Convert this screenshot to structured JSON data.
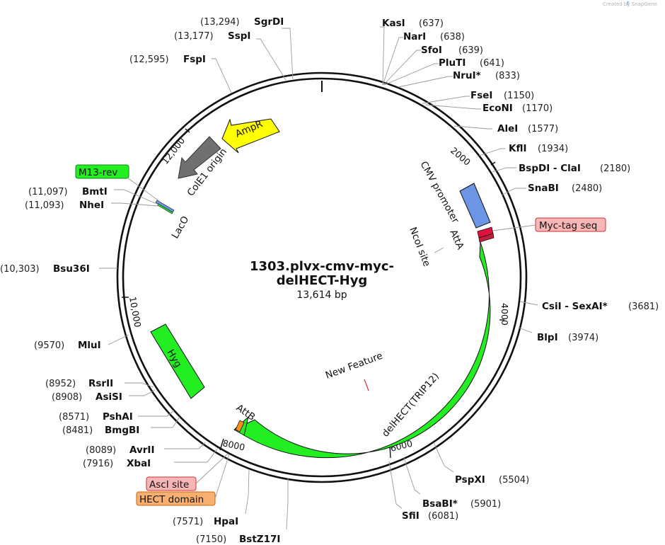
{
  "watermark": "Created by SnapGene",
  "plasmid": {
    "name_line1": "1303.plvx-cmv-myc-",
    "name_line2": "delHECT-Hyg",
    "size_text": "13,614 bp"
  },
  "ticks": [
    "2000",
    "4000",
    "6000",
    "8000",
    "10,000",
    "12,000"
  ],
  "features": {
    "ampr": "AmpR",
    "cole1": "ColE1 origin",
    "laco": "LacO",
    "cmv": "CMV promoter",
    "atta": "AttA",
    "ncoi": "NcoI site",
    "delhect": "delHECT(TRIP12)",
    "attb": "AttB",
    "hyg": "Hyg",
    "newfeature": "New Feature"
  },
  "boxed_labels": {
    "m13rev": "M13-rev",
    "myctag": "Myc-tag seq",
    "asci": "AscI site",
    "hect": "HECT domain"
  },
  "colors": {
    "green": "#22ee22",
    "yellow": "#ffff00",
    "gray_arrow": "#707070",
    "cmv_blue": "#6c95e6",
    "pink_box": "#f8b6b6",
    "orange_box": "#f8b070",
    "attb_orange": "#ff8c1a",
    "crimson": "#e0103c"
  },
  "enzymes": [
    {
      "name": "SgrDI",
      "pos": "(13,294)"
    },
    {
      "name": "SspI",
      "pos": "(13,177)"
    },
    {
      "name": "FspI",
      "pos": "(12,595)"
    },
    {
      "name": "KasI",
      "pos": "(637)"
    },
    {
      "name": "NarI",
      "pos": "(638)"
    },
    {
      "name": "SfoI",
      "pos": "(639)"
    },
    {
      "name": "PluTI",
      "pos": "(641)"
    },
    {
      "name": "NruI*",
      "pos": "(833)"
    },
    {
      "name": "FseI",
      "pos": "(1150)"
    },
    {
      "name": "EcoNI",
      "pos": "(1170)"
    },
    {
      "name": "AleI",
      "pos": "(1577)"
    },
    {
      "name": "KflI",
      "pos": "(1934)"
    },
    {
      "name": "BspDI - ClaI",
      "pos": "(2180)"
    },
    {
      "name": "SnaBI",
      "pos": "(2480)"
    },
    {
      "name": "BmtI",
      "pos": "(11,097)"
    },
    {
      "name": "NheI",
      "pos": "(11,093)"
    },
    {
      "name": "Bsu36I",
      "pos": "(10,303)"
    },
    {
      "name": "CsiI - SexAI*",
      "pos": "(3681)"
    },
    {
      "name": "BlpI",
      "pos": "(3974)"
    },
    {
      "name": "MluI",
      "pos": "(9570)"
    },
    {
      "name": "RsrII",
      "pos": "(8952)"
    },
    {
      "name": "AsiSI",
      "pos": "(8908)"
    },
    {
      "name": "PshAI",
      "pos": "(8571)"
    },
    {
      "name": "BmgBI",
      "pos": "(8481)"
    },
    {
      "name": "AvrII",
      "pos": "(8089)"
    },
    {
      "name": "XbaI",
      "pos": "(7916)"
    },
    {
      "name": "PspXI",
      "pos": "(5504)"
    },
    {
      "name": "BsaBI*",
      "pos": "(5901)"
    },
    {
      "name": "SfiI",
      "pos": "(6081)"
    },
    {
      "name": "HpaI",
      "pos": "(7571)"
    },
    {
      "name": "BstZ17I",
      "pos": "(7150)"
    }
  ]
}
